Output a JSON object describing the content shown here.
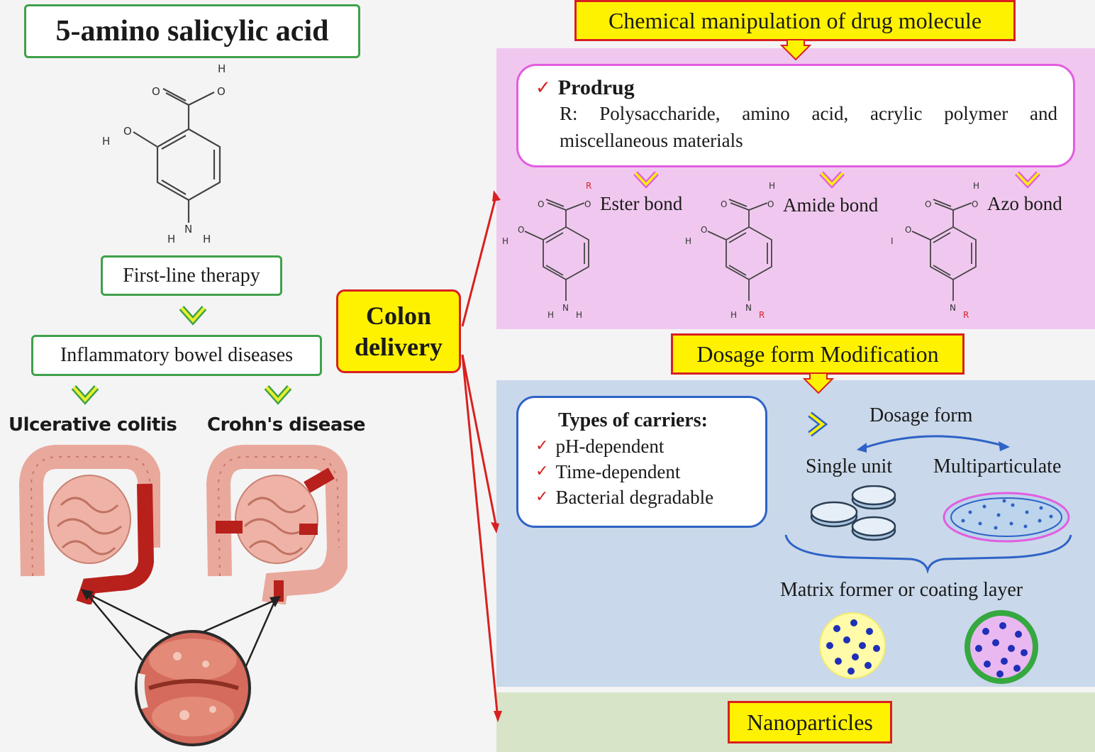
{
  "left": {
    "title": "5-amino salicylic acid",
    "therapy": "First-line therapy",
    "ibd": "Inflammatory bowel diseases",
    "uc": "Ulcerative colitis",
    "crohn": "Crohn's disease"
  },
  "center": {
    "line1": "Colon",
    "line2": "delivery"
  },
  "chemical": {
    "title": "Chemical manipulation of drug molecule",
    "prodrug": "Prodrug",
    "prodrug_desc": "R: Polysaccharide, amino acid, acrylic polymer and miscellaneous materials",
    "bonds": [
      "Ester bond",
      "Amide bond",
      "Azo bond"
    ]
  },
  "dosage": {
    "title": "Dosage form Modification",
    "carriers_title": "Types of carriers:",
    "carriers": [
      "pH-dependent",
      "Time-dependent",
      "Bacterial degradable"
    ],
    "form_title": "Dosage form",
    "single": "Single unit",
    "multi": "Multiparticulate",
    "matrix": "Matrix former or coating layer"
  },
  "nano": {
    "title": "Nanoparticles"
  },
  "colors": {
    "chem_panel": "#f0c8ef",
    "dosage_panel": "#c9d8ea",
    "nano_panel": "#d8e4c8",
    "accent_red": "#d92020",
    "label_yellow": "#fff200",
    "green_border": "#3fa14a",
    "pink_border": "#e25de0",
    "blue_border": "#2e62c6"
  }
}
